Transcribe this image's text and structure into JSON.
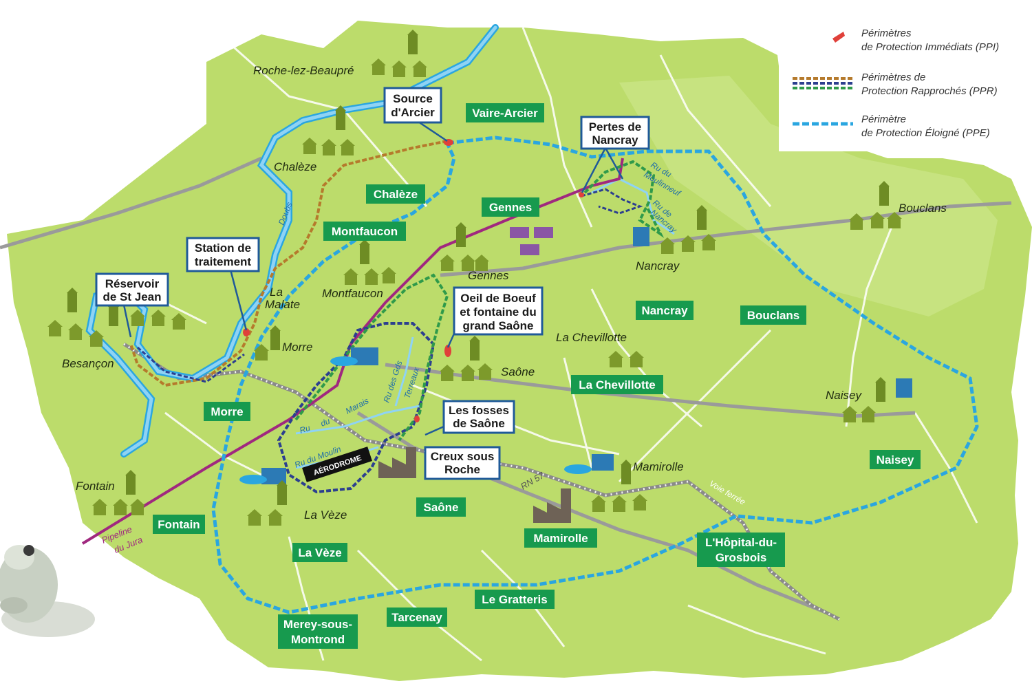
{
  "colors": {
    "land": "#bcdc6b",
    "land_light": "#cfe78d",
    "road": "#ffffff",
    "main_road": "#9a9a9a",
    "river": "#2aa6e0",
    "river_fill": "#8fd3f4",
    "pipeline": "#a0287f",
    "ppi": "#e0403a",
    "ppr_brown": "#b57a2c",
    "ppr_blue": "#2c3f8f",
    "ppr_green": "#2f9a4a",
    "ppe": "#2aa6e0",
    "green_label": "#179a4e",
    "village": "#7d9a2b"
  },
  "legend": {
    "ppi_line1": "Périmètres",
    "ppi_line2": "de Protection Immédiats (PPI)",
    "ppr_line1": "Périmètres de",
    "ppr_line2": "Protection Rapprochés (PPR)",
    "ppe_line1": "Périmètre",
    "ppe_line2": "de Protection Éloigné (PPE)"
  },
  "communes": [
    "Vaire-Arcier",
    "Chalèze",
    "Gennes",
    "Montfaucon",
    "Nancray",
    "Bouclans",
    "La Chevillotte",
    "Morre",
    "Naisey",
    "Fontain",
    "Saône",
    "Mamirolle",
    "L'Hôpital-du-",
    "Grosbois",
    "La Vèze",
    "Le Gratteris",
    "Tarcenay",
    "Merey-sous-",
    "Montrond"
  ],
  "sites": {
    "source_arcier_1": "Source",
    "source_arcier_2": "d'Arcier",
    "pertes_1": "Pertes de",
    "pertes_2": "Nancray",
    "station_1": "Station de",
    "station_2": "traitement",
    "reservoir_1": "Réservoir",
    "reservoir_2": "de St Jean",
    "oeil_1": "Oeil de Boeuf",
    "oeil_2": "et fontaine du",
    "oeil_3": "grand Saône",
    "fosses_1": "Les fosses",
    "fosses_2": "de Saône",
    "creux_1": "Creux sous",
    "creux_2": "Roche"
  },
  "towns": {
    "roche": "Roche-lez-Beaupré",
    "chaleze": "Chalèze",
    "besancon": "Besançon",
    "la_malate_1": "La",
    "la_malate_2": "Malate",
    "morre": "Morre",
    "montfaucon": "Montfaucon",
    "gennes": "Gennes",
    "nancray": "Nancray",
    "bouclans": "Bouclans",
    "la_chevillotte": "La Chevillotte",
    "saone": "Saône",
    "naisey": "Naisey",
    "mamirolle": "Mamirolle",
    "fontain": "Fontain",
    "la_veze": "La Vèze"
  },
  "features": {
    "doubs": "Doubs",
    "ru_moulinneuf_1": "Ru du",
    "ru_moulinneuf_2": "Moulinneuf",
    "ru_nancray_1": "Ru de",
    "ru_nancray_2": "Nancray",
    "ru_marais_1": "Ru",
    "ru_marais_2": "du",
    "ru_marais_3": "Marais",
    "ru_gds_terreaux_1": "Ru des Gds",
    "ru_gds_terreaux_2": "Terreaux",
    "ru_moulin": "Ru du Moulin",
    "aerodrome": "AÉRODROME",
    "pipeline_1": "Pipeline",
    "pipeline_2": "du Jura",
    "rn57": "RN 57",
    "voie_ferree": "Voie ferrée"
  }
}
